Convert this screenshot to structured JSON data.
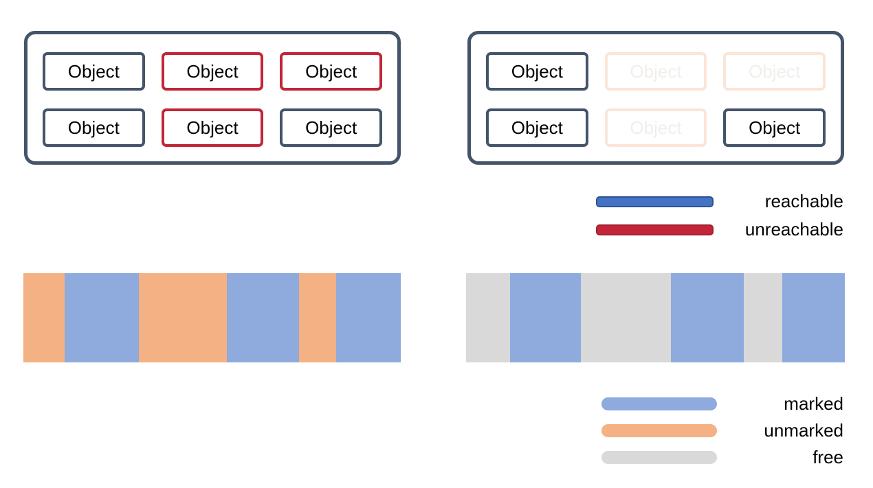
{
  "colors": {
    "outline_dark": "#44546A",
    "outline_red": "#C32538",
    "faded_border": "#FBE5D6",
    "faded_text": "#F1EEEB",
    "reachable_fill": "#4472C4",
    "reachable_border": "#2F528F",
    "unreachable_fill": "#C32538",
    "unreachable_border": "#A3202F",
    "marked": "#8FAADC",
    "unmarked": "#F4B183",
    "free": "#D9D9D9",
    "text": "#000000"
  },
  "object_label": "Object",
  "heap_before": {
    "objects": [
      "reachable",
      "unreachable",
      "unreachable",
      "reachable",
      "unreachable",
      "reachable"
    ]
  },
  "heap_after": {
    "objects": [
      "reachable",
      "collected",
      "collected",
      "reachable",
      "collected",
      "reachable"
    ]
  },
  "legend_reachability": {
    "items": [
      {
        "key": "reachable",
        "label": "reachable"
      },
      {
        "key": "unreachable",
        "label": "unreachable"
      }
    ]
  },
  "memory_before": {
    "segments": [
      {
        "state": "unmarked",
        "width": 60
      },
      {
        "state": "marked",
        "width": 108
      },
      {
        "state": "unmarked",
        "width": 128
      },
      {
        "state": "marked",
        "width": 105
      },
      {
        "state": "unmarked",
        "width": 54
      },
      {
        "state": "marked",
        "width": 94
      }
    ]
  },
  "memory_after": {
    "segments": [
      {
        "state": "free",
        "width": 64
      },
      {
        "state": "marked",
        "width": 103
      },
      {
        "state": "free",
        "width": 131
      },
      {
        "state": "marked",
        "width": 106
      },
      {
        "state": "free",
        "width": 56
      },
      {
        "state": "marked",
        "width": 91
      }
    ]
  },
  "legend_marking": {
    "items": [
      {
        "key": "marked",
        "label": "marked"
      },
      {
        "key": "unmarked",
        "label": "unmarked"
      },
      {
        "key": "free",
        "label": "free"
      }
    ]
  }
}
